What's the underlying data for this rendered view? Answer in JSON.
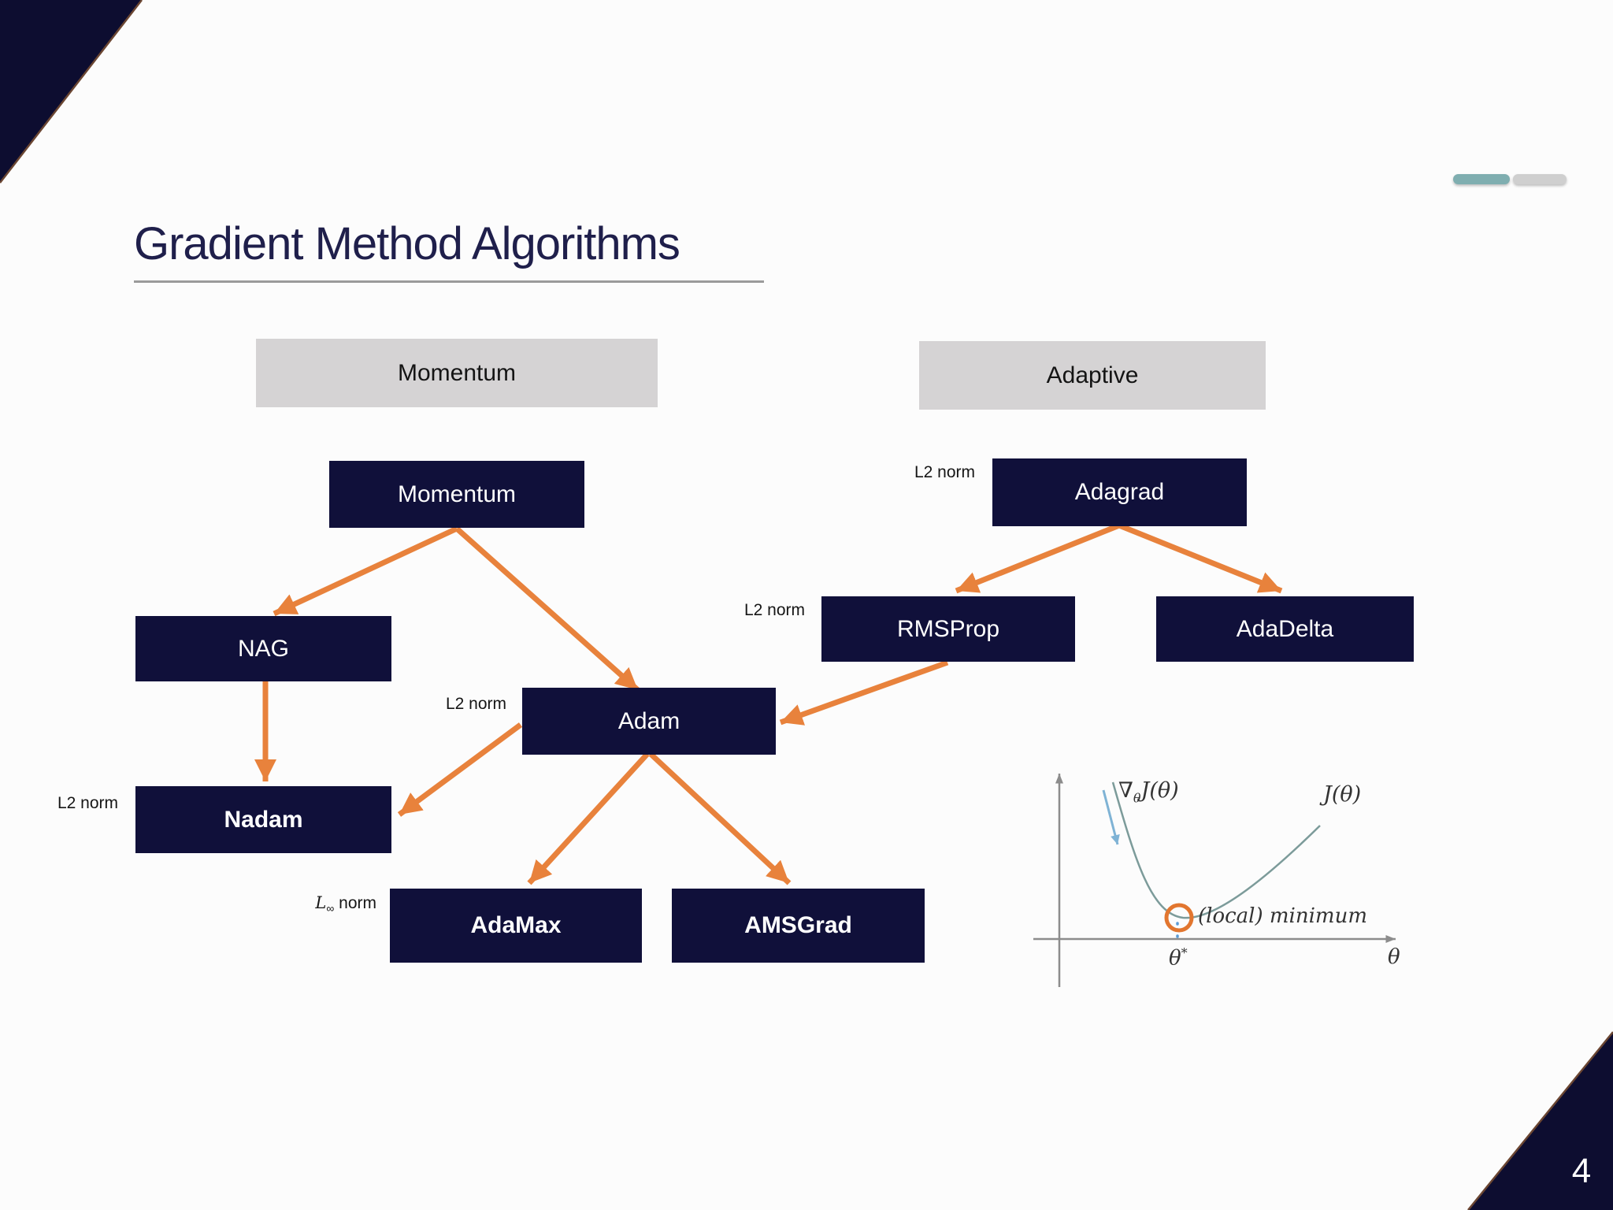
{
  "slide": {
    "title": "Gradient Method Algorithms",
    "page_number": "4"
  },
  "progress_indicator": {
    "total_segments": 2,
    "active_segments": 1
  },
  "groups": [
    {
      "id": "momentum",
      "header": "Momentum"
    },
    {
      "id": "adaptive",
      "header": "Adaptive"
    }
  ],
  "nodes": {
    "momentum": "Momentum",
    "nag": "NAG",
    "nadam": "Nadam",
    "adam": "Adam",
    "adamax": "AdaMax",
    "amsgrad": "AMSGrad",
    "adagrad": "Adagrad",
    "rmsprop": "RMSProp",
    "adadelta": "AdaDelta"
  },
  "norm_labels": {
    "adagrad": "L2 norm",
    "rmsprop": "L2 norm",
    "adam": "L2 norm",
    "nadam": "L2 norm",
    "adamax": {
      "letter": "L",
      "subscript": "∞",
      "text": " norm"
    }
  },
  "edges": [
    {
      "from": "Momentum",
      "to": "NAG"
    },
    {
      "from": "Momentum",
      "to": "Adam"
    },
    {
      "from": "NAG",
      "to": "Nadam"
    },
    {
      "from": "Adam",
      "to": "Nadam"
    },
    {
      "from": "Adam",
      "to": "AdaMax"
    },
    {
      "from": "Adam",
      "to": "AMSGrad"
    },
    {
      "from": "Adagrad",
      "to": "RMSProp"
    },
    {
      "from": "Adagrad",
      "to": "AdaDelta"
    },
    {
      "from": "RMSProp",
      "to": "Adam"
    }
  ],
  "plot": {
    "gradient_label": {
      "nabla": "∇",
      "subscript": "θ",
      "function": "J(θ)"
    },
    "function_label": "J(θ)",
    "minimum_label": "(local) minimum",
    "theta_star": {
      "base": "θ",
      "superscript": "*"
    },
    "x_axis_label": "θ"
  },
  "colors": {
    "navy_box": "#10103A",
    "corner_triangle": "#0D0D30",
    "arrow_orange": "#E8823C",
    "header_gray": "#D5D3D4",
    "title_navy": "#1F1F4B",
    "progress_active_teal": "#7FAEB0",
    "progress_inactive_gray": "#CFCFCF",
    "curve_teal": "#7C9B9A",
    "gradient_arrow_blue": "#7FB3D5",
    "minimum_circle_orange": "#E2762F"
  }
}
